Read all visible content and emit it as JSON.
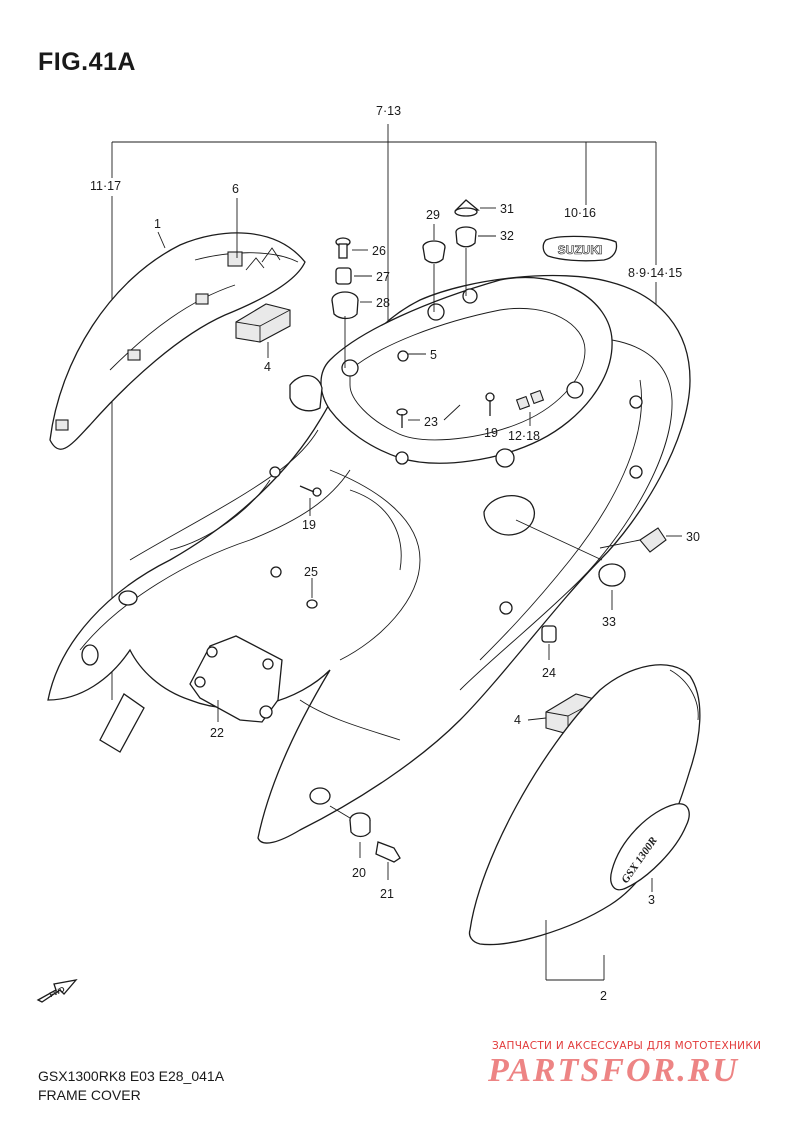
{
  "figure": {
    "title": "FIG.41A",
    "model_code": "GSX1300RK8 E03 E28_041A",
    "section": "FRAME COVER"
  },
  "decals": {
    "emblem": "SUZUKI",
    "side_mark": "GSX 1300R",
    "direction": "FWD"
  },
  "watermark": {
    "tagline": "ЗАПЧАСТИ И АКСЕССУАРЫ ДЛЯ МОТОТЕХНИКИ",
    "brand": "PARTSFOR.RU"
  },
  "callouts": {
    "c_7_13": "7·13",
    "c_11_17": "11·17",
    "c_10_16": "10·16",
    "c_8_9_14_15": "8·9·14·15",
    "c_1": "1",
    "c_6": "6",
    "c_4a": "4",
    "c_4b": "4",
    "c_26": "26",
    "c_27": "27",
    "c_28": "28",
    "c_29": "29",
    "c_31": "31",
    "c_32": "32",
    "c_5": "5",
    "c_23": "23",
    "c_19a": "19",
    "c_19b": "19",
    "c_12_18": "12·18",
    "c_30": "30",
    "c_33": "33",
    "c_24": "24",
    "c_25": "25",
    "c_22": "22",
    "c_20": "20",
    "c_21": "21",
    "c_3": "3",
    "c_2": "2"
  }
}
